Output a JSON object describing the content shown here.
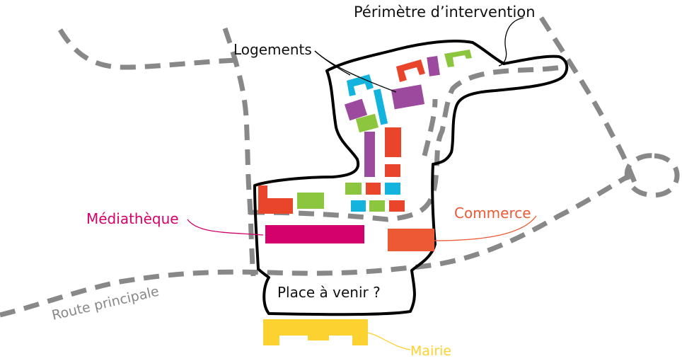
{
  "labels": {
    "perimetre": "Périmètre d’intervention",
    "logements": "Logements",
    "mediatheque": "Médiathèque",
    "commerce": "Commerce",
    "place": "Place à venir ?",
    "route": "Route principale",
    "mairie": "Mairie"
  },
  "colors": {
    "perimeter": "#000000",
    "roads": "#888888",
    "logement_purple": "#9b4a9e",
    "logement_cyan": "#12b4dd",
    "logement_red": "#e8452a",
    "logement_green": "#8cc63f",
    "mediatheque": "#d4006b",
    "commerce": "#ec5a35",
    "mairie": "#fbd22f",
    "leaders": "#000000"
  }
}
